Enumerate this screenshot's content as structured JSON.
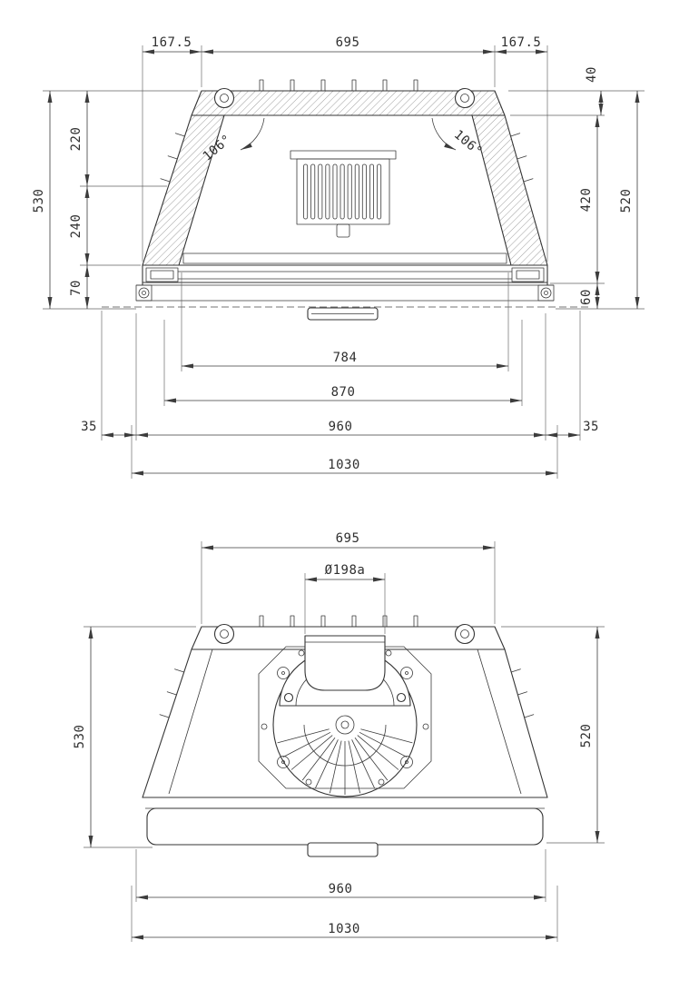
{
  "sheet": {
    "background": "#ffffff",
    "line_color": "#343434"
  },
  "front_view": {
    "dims": {
      "left_167_5": "167.5",
      "center_695": "695",
      "right_167_5": "167.5",
      "v40": "40",
      "v530": "530",
      "v220": "220",
      "v240": "240",
      "v70": "70",
      "v420": "420",
      "v60": "60",
      "v520": "520",
      "angle_left": "106°",
      "angle_right": "106°",
      "w784": "784",
      "w870": "870",
      "w960": "960",
      "left_35": "35",
      "right_35": "35",
      "w1030": "1030"
    }
  },
  "rear_view": {
    "dims": {
      "center_695": "695",
      "flue": "Ø198a",
      "v530": "530",
      "v520": "520",
      "w960": "960",
      "w1030": "1030"
    }
  }
}
